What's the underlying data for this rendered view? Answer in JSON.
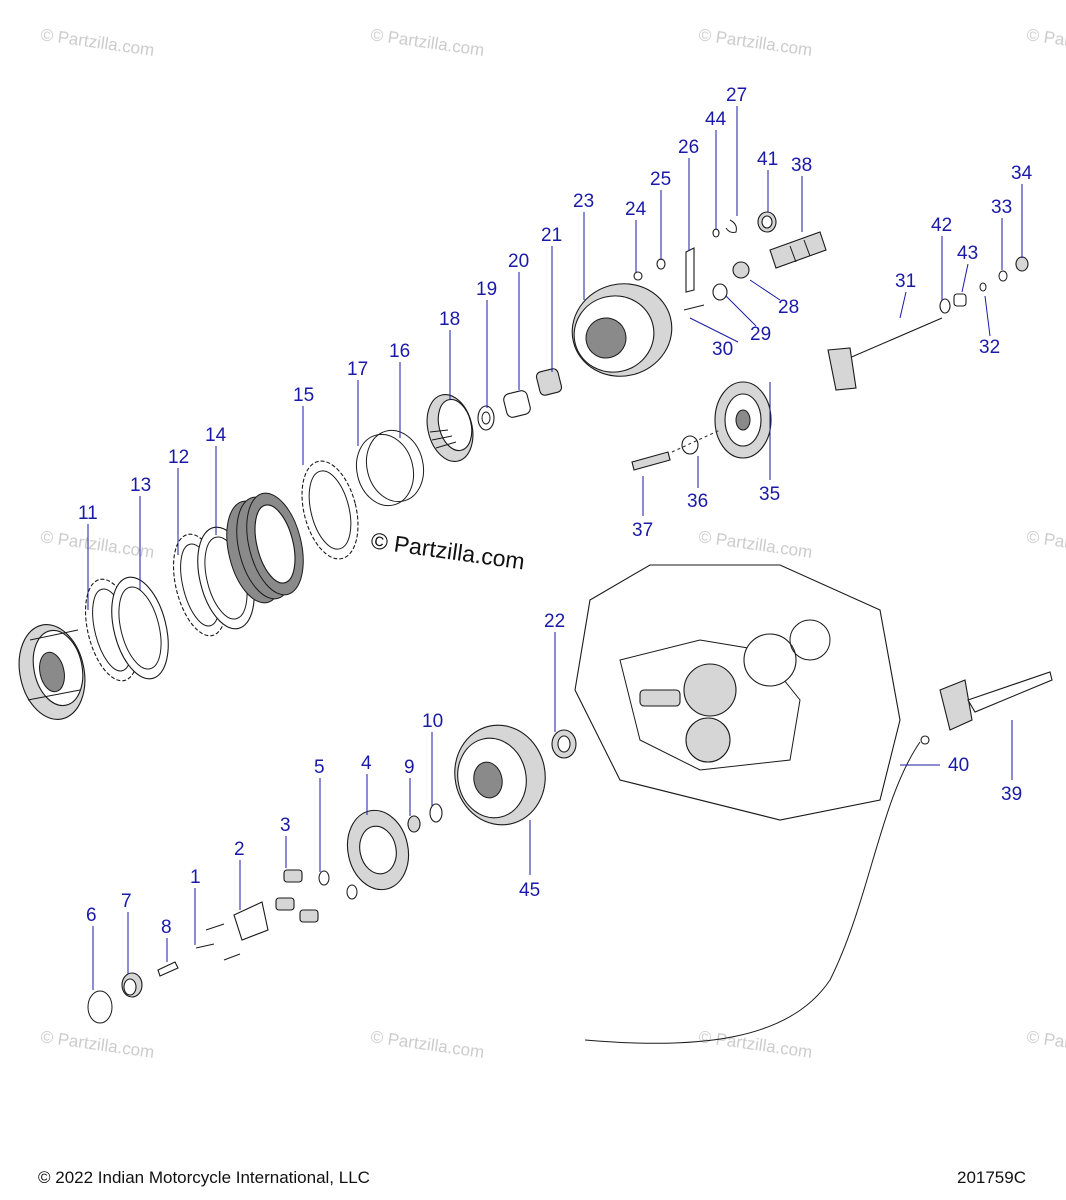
{
  "watermark": {
    "text": "© Partzilla.com",
    "center_text": "© Partzilla.com"
  },
  "callouts": [
    {
      "id": "1",
      "label": "1"
    },
    {
      "id": "2",
      "label": "2"
    },
    {
      "id": "3",
      "label": "3"
    },
    {
      "id": "4",
      "label": "4"
    },
    {
      "id": "5",
      "label": "5"
    },
    {
      "id": "6",
      "label": "6"
    },
    {
      "id": "7",
      "label": "7"
    },
    {
      "id": "8",
      "label": "8"
    },
    {
      "id": "9",
      "label": "9"
    },
    {
      "id": "10",
      "label": "10"
    },
    {
      "id": "11",
      "label": "11"
    },
    {
      "id": "12",
      "label": "12"
    },
    {
      "id": "13",
      "label": "13"
    },
    {
      "id": "14",
      "label": "14"
    },
    {
      "id": "15",
      "label": "15"
    },
    {
      "id": "16",
      "label": "16"
    },
    {
      "id": "17",
      "label": "17"
    },
    {
      "id": "18",
      "label": "18"
    },
    {
      "id": "19",
      "label": "19"
    },
    {
      "id": "20",
      "label": "20"
    },
    {
      "id": "21",
      "label": "21"
    },
    {
      "id": "22",
      "label": "22"
    },
    {
      "id": "23",
      "label": "23"
    },
    {
      "id": "24",
      "label": "24"
    },
    {
      "id": "25",
      "label": "25"
    },
    {
      "id": "26",
      "label": "26"
    },
    {
      "id": "27",
      "label": "27"
    },
    {
      "id": "28",
      "label": "28"
    },
    {
      "id": "29",
      "label": "29"
    },
    {
      "id": "30",
      "label": "30"
    },
    {
      "id": "31",
      "label": "31"
    },
    {
      "id": "32",
      "label": "32"
    },
    {
      "id": "33",
      "label": "33"
    },
    {
      "id": "34",
      "label": "34"
    },
    {
      "id": "35",
      "label": "35"
    },
    {
      "id": "36",
      "label": "36"
    },
    {
      "id": "37",
      "label": "37"
    },
    {
      "id": "38",
      "label": "38"
    },
    {
      "id": "39",
      "label": "39"
    },
    {
      "id": "40",
      "label": "40"
    },
    {
      "id": "41",
      "label": "41"
    },
    {
      "id": "42",
      "label": "42"
    },
    {
      "id": "43",
      "label": "43"
    },
    {
      "id": "44",
      "label": "44"
    },
    {
      "id": "45",
      "label": "45"
    }
  ],
  "footer": {
    "copyright": "© 2022 Indian Motorcycle International, LLC",
    "drawing_number": "201759C"
  }
}
